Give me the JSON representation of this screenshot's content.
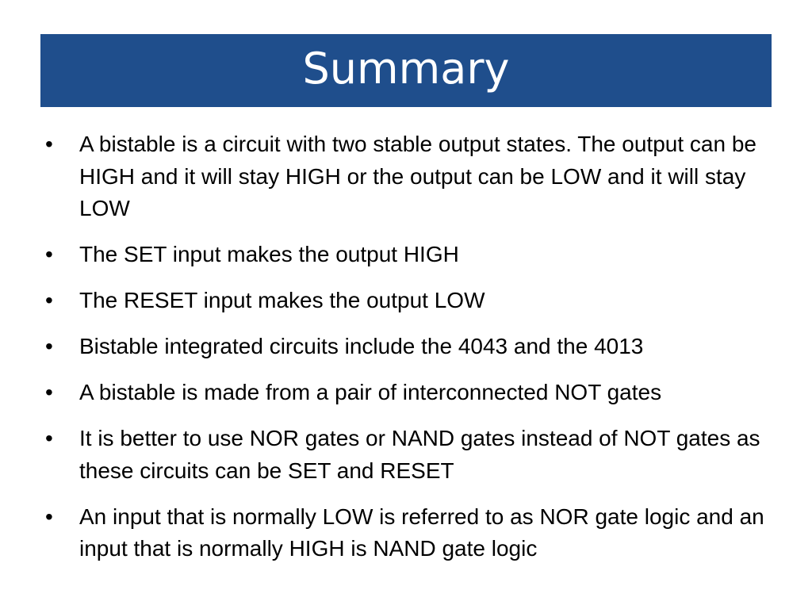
{
  "slide": {
    "title": "Summary",
    "bullet_symbol": "•",
    "bullets": [
      "A bistable is a circuit with two stable output states. The output can be HIGH and it will stay HIGH or the output can be LOW and it will stay LOW",
      "The SET input makes the output HIGH",
      "The RESET input makes the output LOW",
      "Bistable integrated circuits include the 4043 and the 4013",
      "A bistable is made from a pair of interconnected NOT gates",
      "It is better to use NOR gates or NAND gates instead of NOT gates as these circuits can be SET and RESET",
      "An input that is normally LOW is referred to as NOR gate logic and an input that is normally HIGH is NAND gate logic"
    ]
  },
  "colors": {
    "title_background": "#1f4e8c",
    "title_text": "#ffffff",
    "body_text": "#000000"
  }
}
